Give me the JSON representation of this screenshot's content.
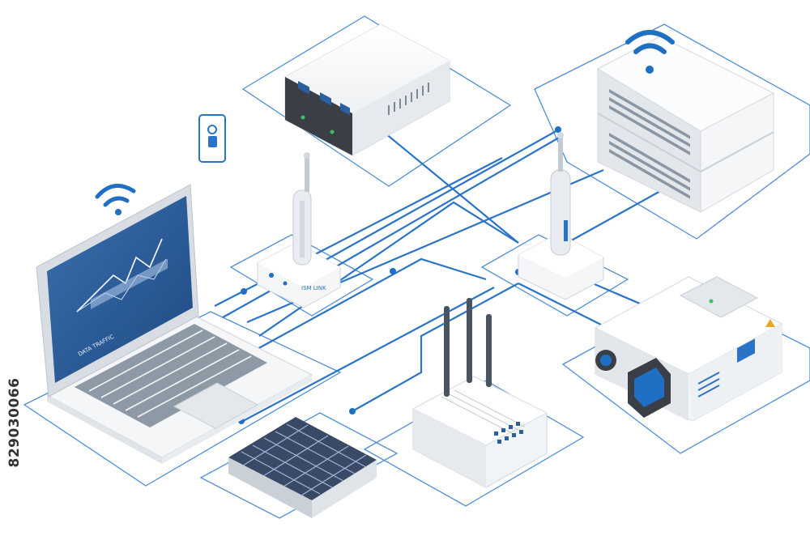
{
  "image": {
    "side_identifier": "829030066",
    "laptop_screen_caption": "DATA TRAFFIC",
    "access_point_label": "ISM LINK"
  },
  "colors": {
    "background": "#ffffff",
    "accent_blue": "#1f6fc4",
    "line_blue": "#2a74c8",
    "device_white": "#f4f6f8",
    "device_shade": "#d9dee4",
    "screen_blue": "#2b5f9e",
    "dark_panel": "#3a3f47"
  },
  "icons": [
    "wifi-icon",
    "lock-badge-icon",
    "usb-port-icon",
    "warning-icon"
  ]
}
